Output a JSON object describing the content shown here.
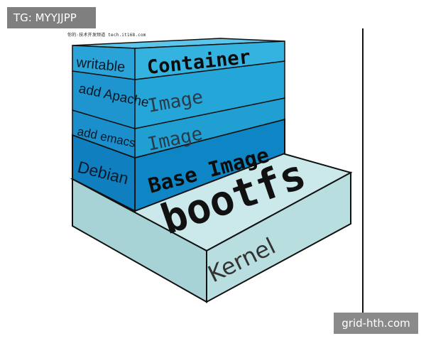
{
  "overlays": {
    "tag_label": "TG: MYYJJPP",
    "watermark": "grid-hth.com",
    "source_line": "你的·技术开发频道 tech.it168.com"
  },
  "layers": {
    "writable": {
      "side": "writable",
      "front": "Container"
    },
    "apache": {
      "side": "add Apache",
      "front": "Image"
    },
    "emacs": {
      "side": "add emacs",
      "front": "Image"
    },
    "debian": {
      "side": "Debian",
      "front": "Base Image"
    },
    "bootfs": {
      "top": "bootfs"
    },
    "kernel": {
      "front": "Kernel"
    }
  },
  "colors": {
    "layer_light": "#35b3e0",
    "layer_mid": "#1f9fd2",
    "layer_dark": "#1183bd",
    "base_blue": "#0e86c6",
    "kernel_fill": "#b9dee0",
    "outline": "#111111"
  }
}
